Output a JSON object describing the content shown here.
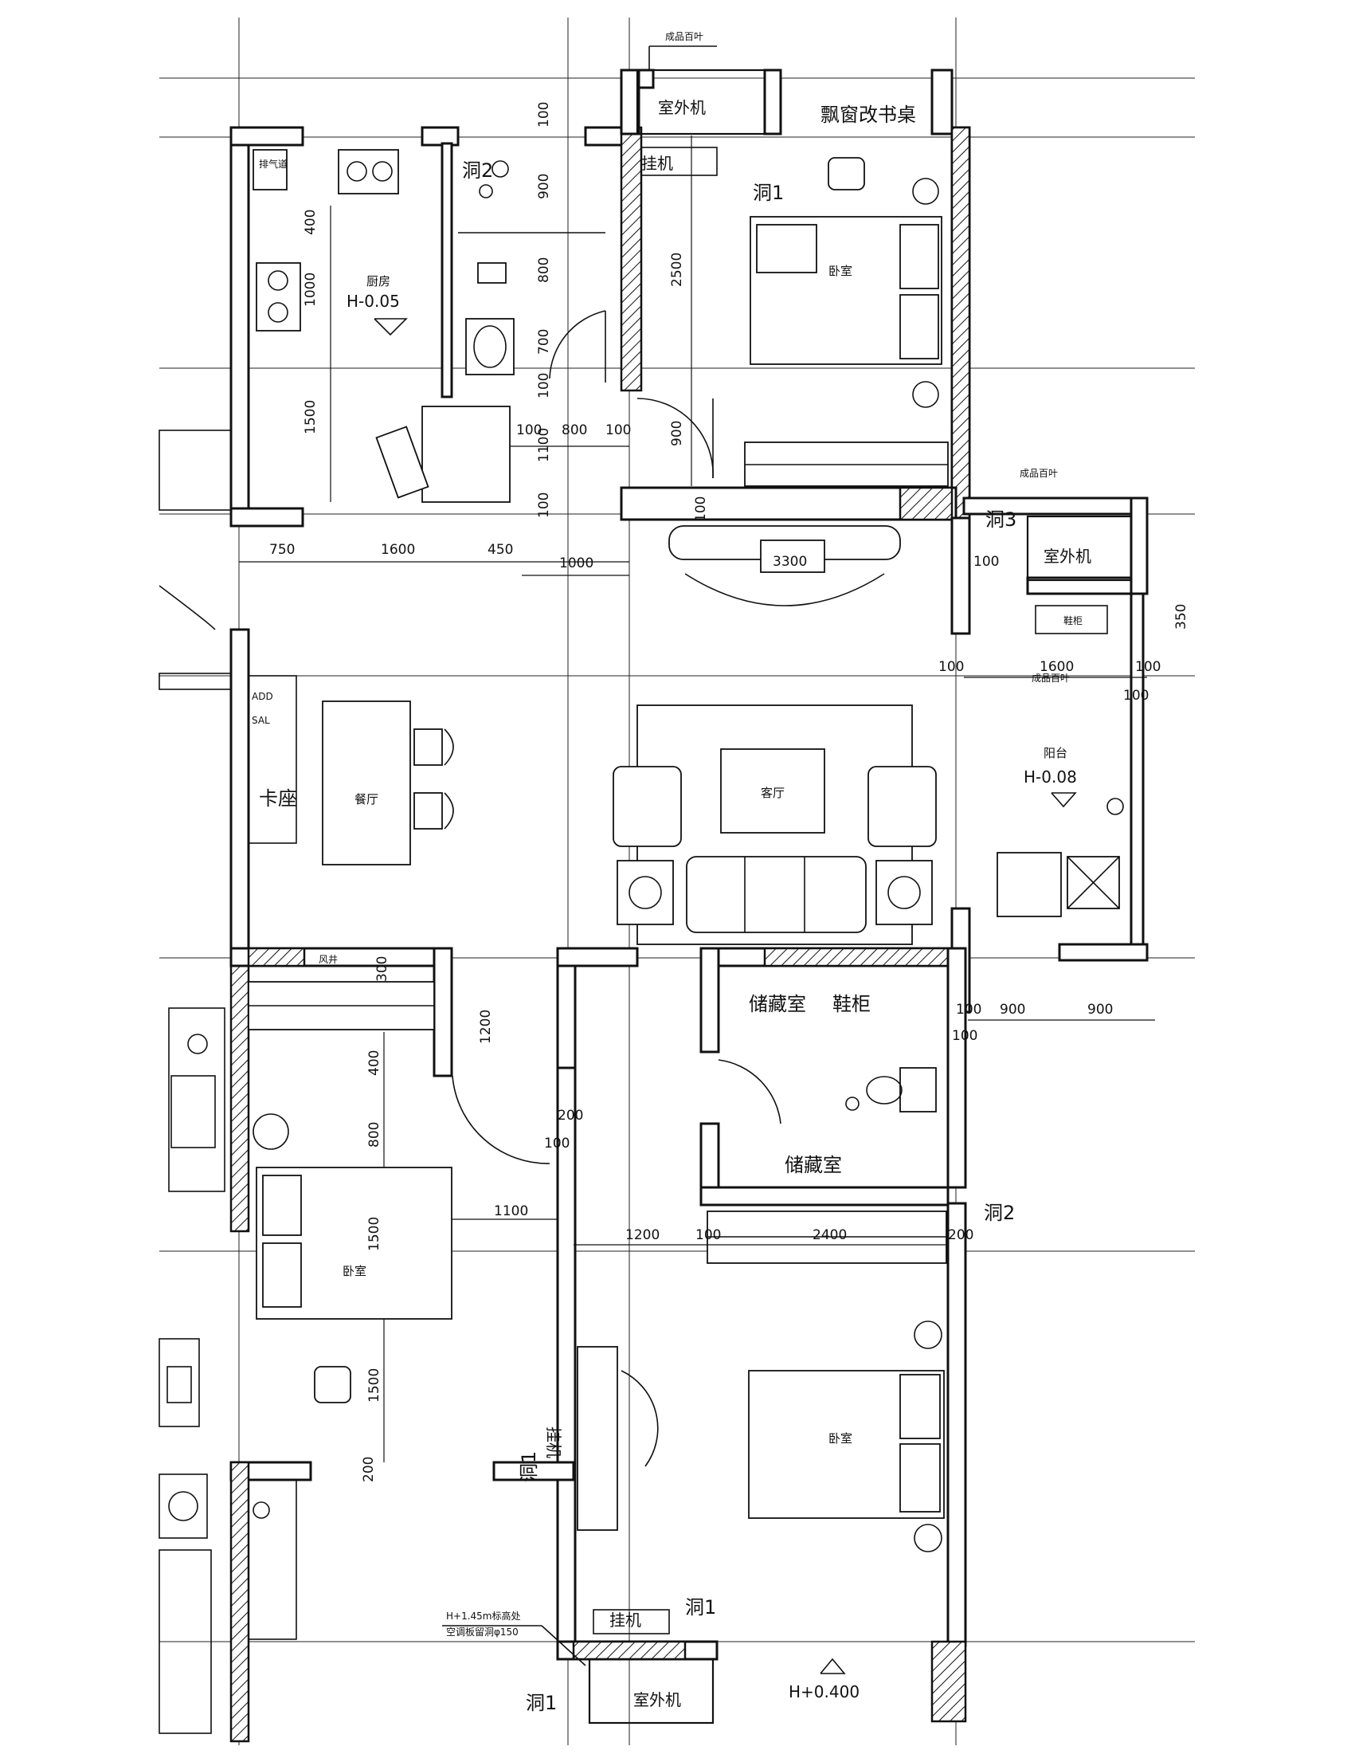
{
  "labels": {
    "window_desk": "飘窗改书桌",
    "outdoor_unit": "室外机",
    "wall_unit": "挂机",
    "hole1": "洞1",
    "hole2": "洞2",
    "hole3": "洞3",
    "kitchen": "厨房",
    "kitchen_level": "H-0.05",
    "bedroom": "卧室",
    "living": "客厅",
    "dining": "餐厅",
    "booth": "卡座",
    "balcony": "阳台",
    "balcony_level": "H-0.08",
    "storage": "储藏室",
    "shoe_cabinet": "鞋柜",
    "bay_level": "H+0.400",
    "louver_top": "成品百叶",
    "louver_right": "成品百叶",
    "louver_side": "成品百叶",
    "ac_note1": "H+1.45m标高处",
    "ac_note2": "空调板留洞φ150",
    "exhaust": "排气道",
    "shoe": "鞋柜",
    "pipe": "风井",
    "add": "ADD",
    "sal": "SAL"
  },
  "dims": {
    "d100a": "100",
    "d900a": "900",
    "d800a": "800",
    "d700": "700",
    "d100b": "100",
    "d100c": "100",
    "d800b": "800",
    "d100d": "100",
    "d1100": "1100",
    "d100e": "100",
    "d2500": "2500",
    "d900b": "900",
    "d400": "400",
    "d1000": "1000",
    "d1500": "1500",
    "d100f": "100",
    "d750": "750",
    "d1600": "1600",
    "d450": "450",
    "d1000b": "1000",
    "d3300": "3300",
    "d100g": "100",
    "d100h": "100",
    "d350": "350",
    "d1600b": "1600",
    "d100i": "100",
    "d100j": "100",
    "d1200": "1200",
    "d300": "300",
    "d400b": "400",
    "d800c": "800",
    "d1500b": "1500",
    "d1500c": "1500",
    "d200": "200",
    "d100k": "100",
    "d1100b": "1100",
    "d1200b": "1200",
    "d100l": "100",
    "d2400": "2400",
    "d200b": "200",
    "d200c": "200",
    "d100m": "100",
    "d100n": "100",
    "d900c": "900",
    "d900d": "900"
  }
}
